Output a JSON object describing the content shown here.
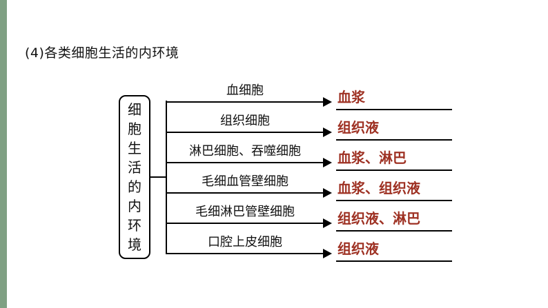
{
  "theme": {
    "edge_bar_color": "#7fa083",
    "answer_color": "#9e3123",
    "line_color": "#000000"
  },
  "page": {
    "title": "(4)各类细胞生活的内环境"
  },
  "diagram": {
    "root_label": "细胞生活的内环境",
    "rows": [
      {
        "cell": "血细胞",
        "environment": "血浆"
      },
      {
        "cell": "组织细胞",
        "environment": "组织液"
      },
      {
        "cell": "淋巴细胞、吞噬细胞",
        "environment": "血浆、淋巴"
      },
      {
        "cell": "毛细血管壁细胞",
        "environment": "血浆、组织液"
      },
      {
        "cell": "毛细淋巴管壁细胞",
        "environment": "组织液、淋巴"
      },
      {
        "cell": "口腔上皮细胞",
        "environment": "组织液"
      }
    ]
  }
}
